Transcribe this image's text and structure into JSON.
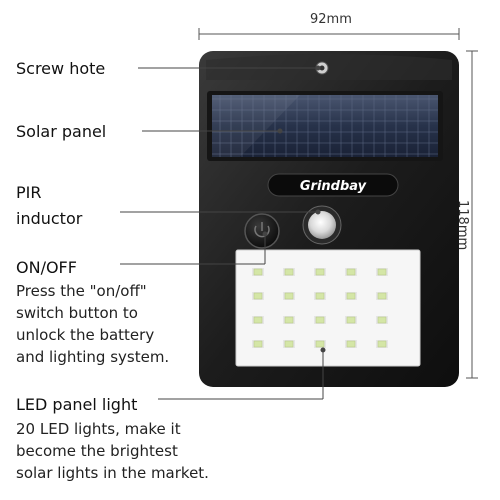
{
  "dimensions": {
    "width_label": "92mm",
    "height_label": "118mm"
  },
  "brand": "Grindbay",
  "labels": {
    "screw_hole": "Screw hote",
    "solar_panel": "Solar panel",
    "pir_line1": "PIR",
    "pir_line2": "inductor",
    "on_off": "ON/OFF",
    "on_off_desc": [
      "Press the \"on/off\"",
      "switch button to",
      "unlock the battery",
      "and lighting system."
    ],
    "led_panel": "LED panel light",
    "led_desc": [
      "20 LED lights, make it",
      "become the brightest",
      "solar lights in the market."
    ]
  },
  "led_count": 20,
  "colors": {
    "body": "#1e1e1e",
    "solar": "#2c3a52",
    "led_panel": "#f4f4f4",
    "led": "#ffffff"
  }
}
